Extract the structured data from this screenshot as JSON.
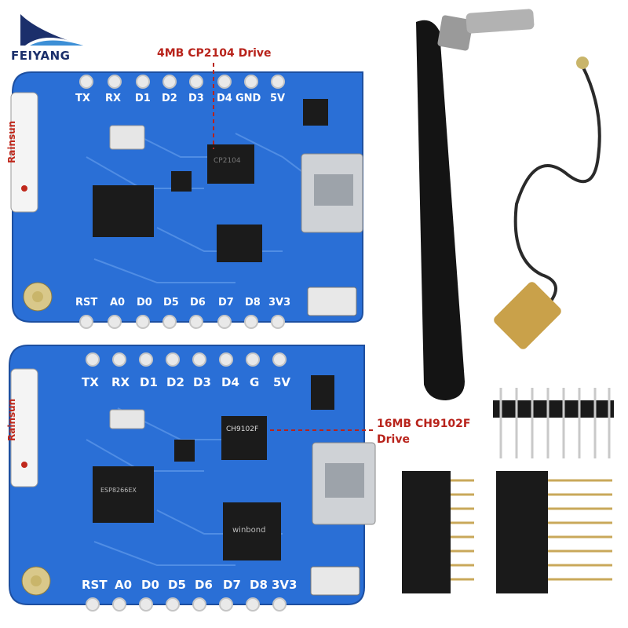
{
  "brand": {
    "name": "FEIYANG"
  },
  "callouts": {
    "top_board": "4MB CP2104 Drive",
    "bottom_board_line1": "16MB CH9102F",
    "bottom_board_line2": "Drive"
  },
  "top_board": {
    "pins_top": [
      "TX",
      "RX",
      "D1",
      "D2",
      "D3",
      "D4",
      "GND",
      "5V"
    ],
    "pins_bottom": [
      "RST",
      "A0",
      "D0",
      "D5",
      "D6",
      "D7",
      "D8",
      "3V3"
    ],
    "antenna_label": "Rainsun",
    "usb_chip_text": "CP2104"
  },
  "bottom_board": {
    "pins_top": [
      "TX",
      "RX",
      "D1",
      "D2",
      "D3",
      "D4",
      "G",
      "5V"
    ],
    "pins_bottom": [
      "RST",
      "A0",
      "D0",
      "D5",
      "D6",
      "D7",
      "D8",
      "3V3"
    ],
    "antenna_label": "Rainsun",
    "usb_chip_text": "CH9102F",
    "mcu_text": "ESP8266EX",
    "flash_text": "winbond"
  },
  "colors": {
    "pcb": "#2a6fd6",
    "pcb_dark": "#1f57b0",
    "callout": "#b8231b",
    "header": "#1a1a1a",
    "pin_gold": "#c9a85a"
  }
}
